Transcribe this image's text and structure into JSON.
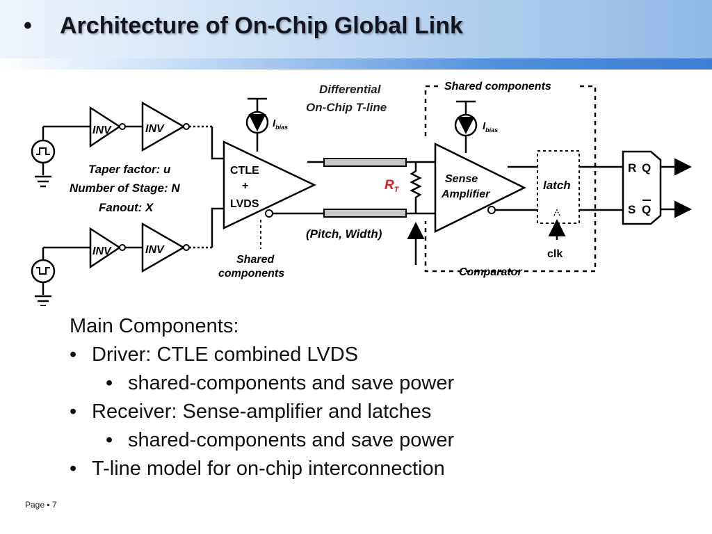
{
  "slide": {
    "title": "Architecture of On-Chip Global Link",
    "page_label": "Page ▪ 7"
  },
  "diagram": {
    "inv_label": "INV",
    "taper_factor": "Taper factor: u",
    "num_stage": "Number of Stage: N",
    "fanout": "Fanout: X",
    "ctle": "CTLE",
    "plus": "+",
    "lvds": "LVDS",
    "ibias_main": "I",
    "ibias_sub": "bias",
    "differential_1": "Differential",
    "differential_2": "On-Chip T-line",
    "rt_main": "R",
    "rt_sub": "T",
    "pitch_width": "(Pitch, Width)",
    "shared_left_1": "Shared",
    "shared_left_2": "components",
    "shared_top": "Shared components",
    "sense_1": "Sense",
    "sense_2": "Amplifier",
    "comparator": "Comparator",
    "latch": "latch",
    "clk": "clk",
    "r": "R",
    "s": "S",
    "q": "Q",
    "qbar": "Q"
  },
  "main": {
    "heading": "Main Components:",
    "items": [
      {
        "level": 1,
        "text": "Driver: CTLE combined LVDS"
      },
      {
        "level": 2,
        "text": "shared-components and save power"
      },
      {
        "level": 1,
        "text": "Receiver: Sense-amplifier and latches"
      },
      {
        "level": 2,
        "text": "shared-components and save power"
      },
      {
        "level": 1,
        "text": "T-line model for on-chip interconnection"
      }
    ]
  }
}
